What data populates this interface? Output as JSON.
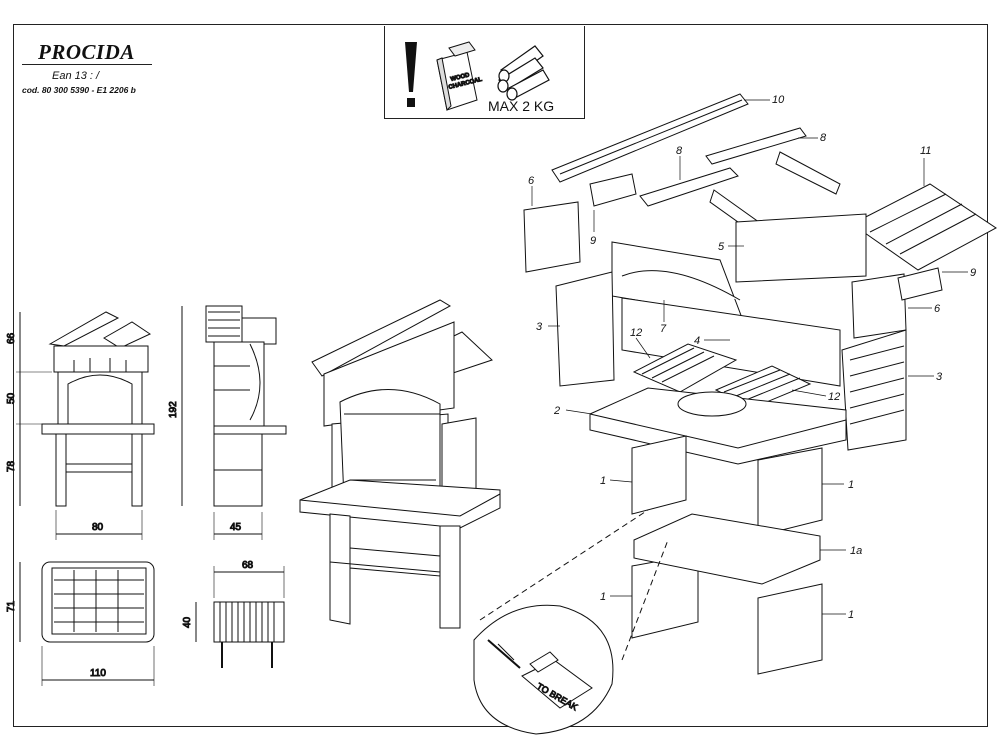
{
  "header": {
    "model_name": "PROCIDA",
    "ean": "Ean 13 :  /",
    "code": "cod. 80 300 5390 - E1 2206 b"
  },
  "warning": {
    "icon_names": [
      "exclamation-icon",
      "charcoal-bag-icon",
      "firewood-icon"
    ],
    "bag_label_line1": "WOOD",
    "bag_label_line2": "CHARCOAL",
    "max_load": "MAX 2 KG"
  },
  "dimensions": {
    "front_height_top": "66",
    "front_height_mid": "50",
    "front_height_base": "78",
    "front_width": "80",
    "side_height_total": "192",
    "side_depth": "45",
    "plan_depth": "71",
    "plan_width": "110",
    "grill_width": "68",
    "grill_height": "40"
  },
  "parts": {
    "p1": "1",
    "p1a": "1a",
    "p2": "2",
    "p3": "3",
    "p4": "4",
    "p5": "5",
    "p6": "6",
    "p7": "7",
    "p8": "8",
    "p9": "9",
    "p10": "10",
    "p11": "11",
    "p12": "12"
  },
  "break_label": "TO BREAK"
}
